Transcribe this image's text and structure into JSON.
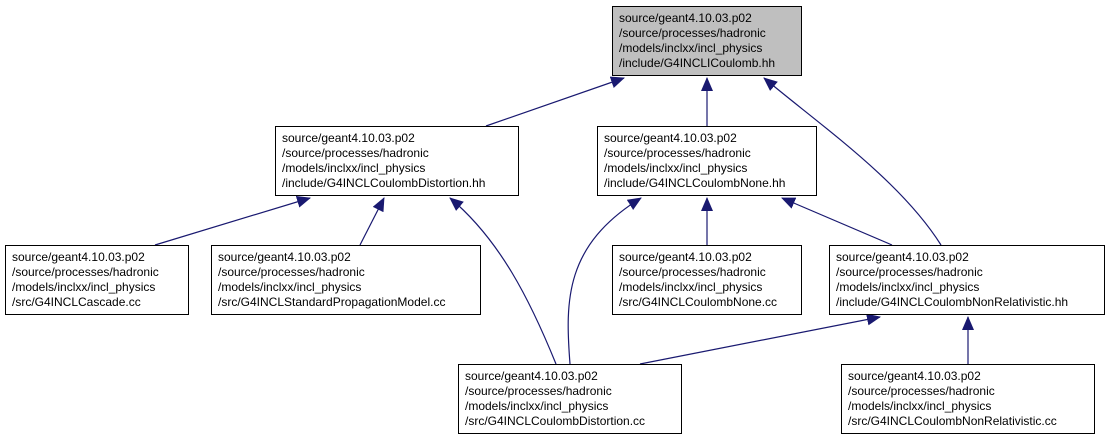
{
  "colors": {
    "edge": "#191970",
    "root_fill": "#bfbfbf",
    "node_fill": "#ffffff",
    "border": "#000000"
  },
  "nodes": [
    {
      "id": "iclomb",
      "lines": [
        "source/geant4.10.03.p02",
        "/source/processes/hadronic",
        "/models/inclxx/incl_physics",
        "/include/G4INCLICoulomb.hh"
      ]
    },
    {
      "id": "distortion_hh",
      "lines": [
        "source/geant4.10.03.p02",
        "/source/processes/hadronic",
        "/models/inclxx/incl_physics",
        "/include/G4INCLCoulombDistortion.hh"
      ]
    },
    {
      "id": "none_hh",
      "lines": [
        "source/geant4.10.03.p02",
        "/source/processes/hadronic",
        "/models/inclxx/incl_physics",
        "/include/G4INCLCoulombNone.hh"
      ]
    },
    {
      "id": "cascade_cc",
      "lines": [
        "source/geant4.10.03.p02",
        "/source/processes/hadronic",
        "/models/inclxx/incl_physics",
        "/src/G4INCLCascade.cc"
      ]
    },
    {
      "id": "stdprop_cc",
      "lines": [
        "source/geant4.10.03.p02",
        "/source/processes/hadronic",
        "/models/inclxx/incl_physics",
        "/src/G4INCLStandardPropagationModel.cc"
      ]
    },
    {
      "id": "none_cc",
      "lines": [
        "source/geant4.10.03.p02",
        "/source/processes/hadronic",
        "/models/inclxx/incl_physics",
        "/src/G4INCLCoulombNone.cc"
      ]
    },
    {
      "id": "nonrel_hh",
      "lines": [
        "source/geant4.10.03.p02",
        "/source/processes/hadronic",
        "/models/inclxx/incl_physics",
        "/include/G4INCLCoulombNonRelativistic.hh"
      ]
    },
    {
      "id": "distortion_cc",
      "lines": [
        "source/geant4.10.03.p02",
        "/source/processes/hadronic",
        "/models/inclxx/incl_physics",
        "/src/G4INCLCoulombDistortion.cc"
      ]
    },
    {
      "id": "nonrel_cc",
      "lines": [
        "source/geant4.10.03.p02",
        "/source/processes/hadronic",
        "/models/inclxx/incl_physics",
        "/src/G4INCLCoulombNonRelativistic.cc"
      ]
    }
  ],
  "edges": [
    {
      "from": "distortion_hh",
      "to": "iclomb"
    },
    {
      "from": "none_hh",
      "to": "iclomb"
    },
    {
      "from": "nonrel_hh",
      "to": "iclomb"
    },
    {
      "from": "cascade_cc",
      "to": "distortion_hh"
    },
    {
      "from": "stdprop_cc",
      "to": "distortion_hh"
    },
    {
      "from": "distortion_cc",
      "to": "distortion_hh"
    },
    {
      "from": "distortion_cc",
      "to": "none_hh"
    },
    {
      "from": "none_cc",
      "to": "none_hh"
    },
    {
      "from": "nonrel_hh",
      "to": "none_hh"
    },
    {
      "from": "distortion_cc",
      "to": "nonrel_hh"
    },
    {
      "from": "nonrel_cc",
      "to": "nonrel_hh"
    }
  ]
}
